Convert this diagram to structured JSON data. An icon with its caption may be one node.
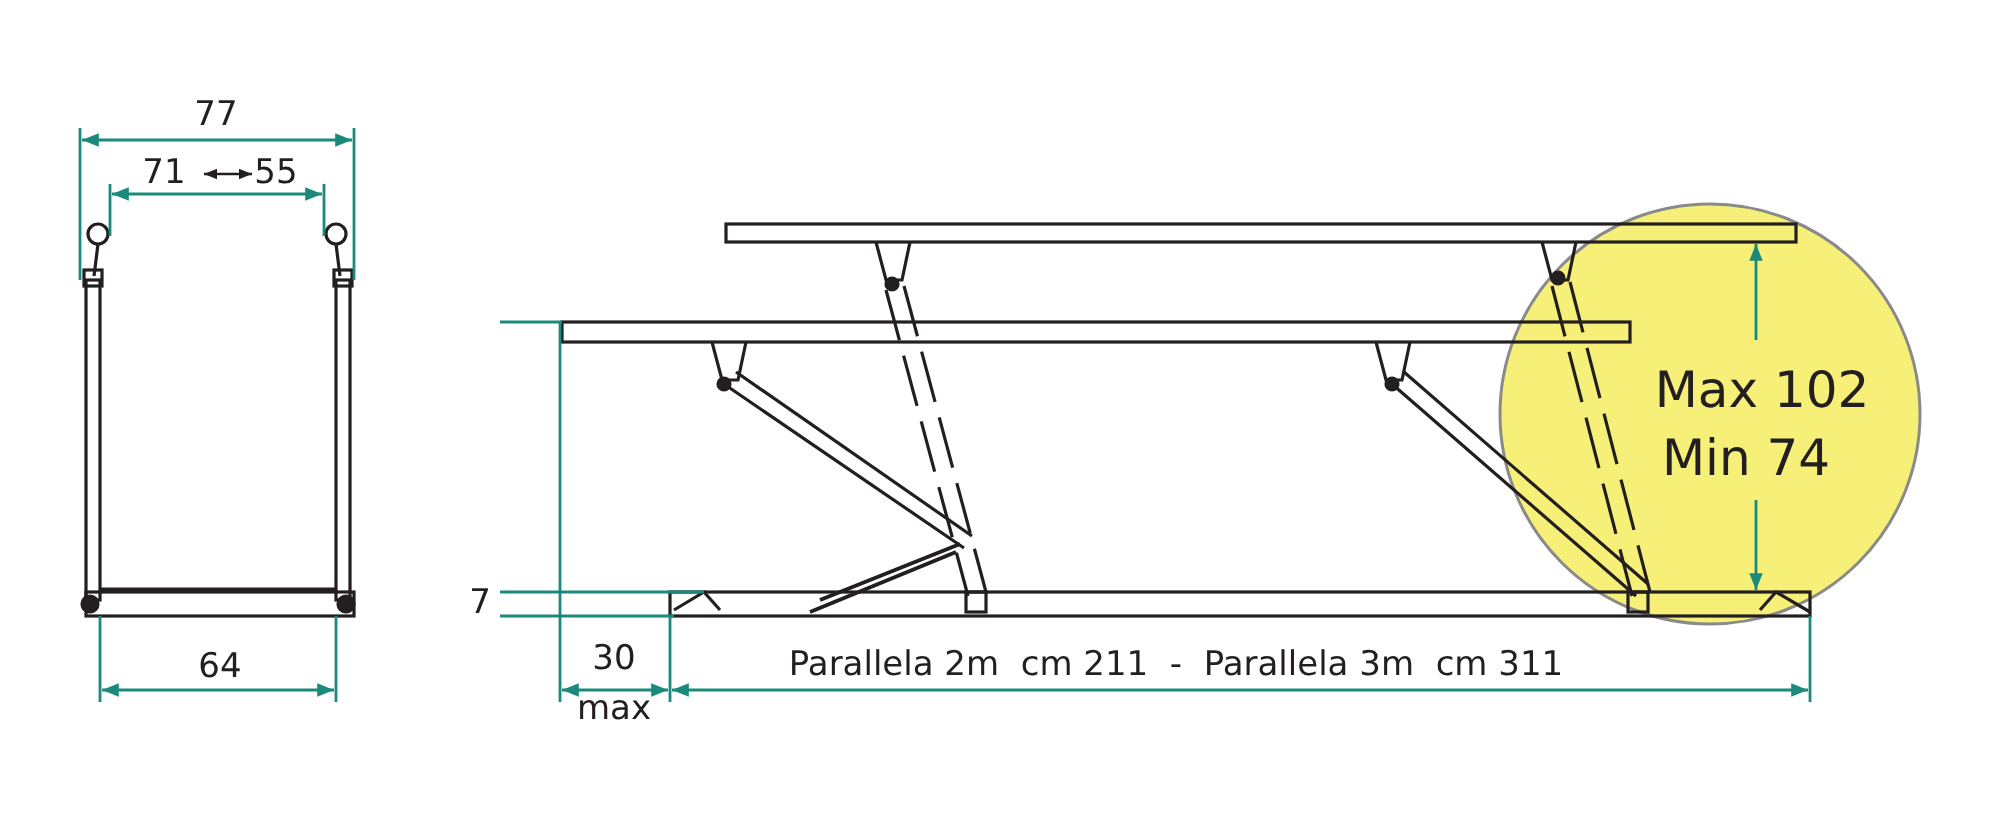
{
  "diagram": {
    "labels": [
      "77",
      "71",
      "55",
      "64",
      "7",
      "30",
      "max",
      "Parallela 2m  cm 211  -  Parallela 3m  cm 311",
      "Max 102",
      "Min 74"
    ]
  }
}
